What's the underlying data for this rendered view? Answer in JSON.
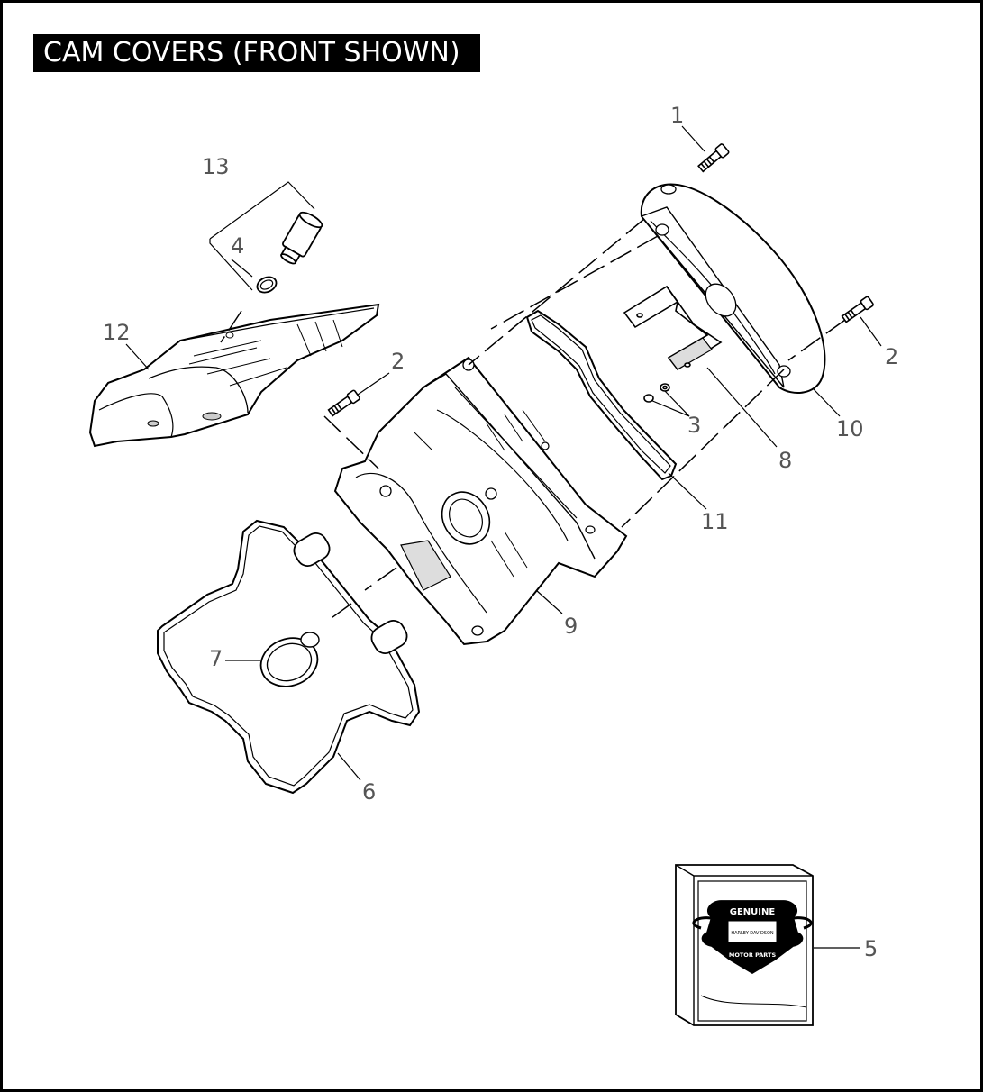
{
  "title": "CAM COVERS (FRONT SHOWN)",
  "callouts": {
    "c1": "1",
    "c2a": "2",
    "c2b": "2",
    "c3": "3",
    "c4": "4",
    "c5": "5",
    "c6": "6",
    "c7": "7",
    "c8": "8",
    "c9": "9",
    "c10": "10",
    "c11": "11",
    "c12": "12",
    "c13": "13"
  },
  "logo_text": {
    "top": "GENUINE",
    "center": "HARLEY-DAVIDSON",
    "bottom": "MOTOR PARTS"
  },
  "colors": {
    "ink": "#000000",
    "label": "#555555",
    "paper": "#ffffff"
  }
}
